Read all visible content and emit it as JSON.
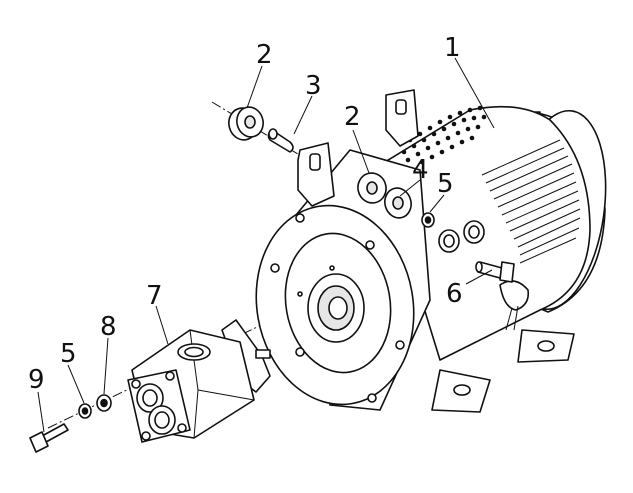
{
  "callouts": {
    "c1": "1",
    "c2a": "2",
    "c2b": "2",
    "c3": "3",
    "c4": "4",
    "c5a": "5",
    "c5b": "5",
    "c6": "6",
    "c7": "7",
    "c8": "8",
    "c9": "9"
  }
}
